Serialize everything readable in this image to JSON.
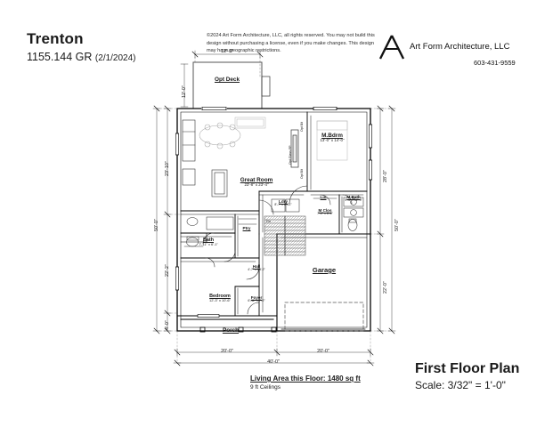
{
  "header": {
    "title": "Trenton",
    "plan_number": "1155.144 GR",
    "date": "(2/1/2024)",
    "copyright": "©2024 Art Form Architecture, LLC, all rights reserved. You may not build this design without purchasing a license, even if you make changes. This design may have geographic restrictions.",
    "firm_name": "Art Form Architecture, LLC",
    "firm_phone": "603-431-9559",
    "logo_icon": "letter-a-logo-icon"
  },
  "footer": {
    "plan_title": "First Floor Plan",
    "scale": "Scale: 3/32\" = 1'-0\"",
    "living_area": "Living Area this Floor: 1480 sq ft",
    "ceilings": "9 ft Ceilings"
  },
  "rooms": [
    {
      "name": "Opt Deck",
      "dim": ""
    },
    {
      "name": "Great Room",
      "dim": "23'-8\" x 23'-4\""
    },
    {
      "name": "M.Bdrm",
      "dim": "13'-0\" x 14'-0\""
    },
    {
      "name": "M Bath",
      "dim": "9'-3\" x 12'-9\""
    },
    {
      "name": "M Clos",
      "dim": "7'-0\" x 8'-6\""
    },
    {
      "name": "Ldry",
      "dim": "8'-7\" x 6'-11\""
    },
    {
      "name": "Bath",
      "dim": "7'-11\" x 6'-1\""
    },
    {
      "name": "Bedroom",
      "dim": "12'-3\" x 10'-6\""
    },
    {
      "name": "Hall",
      "dim": "4'-7\" x 14'-2\""
    },
    {
      "name": "Foyer",
      "dim": "6'-11\" x 7'-2\""
    },
    {
      "name": "Garage",
      "dim": ""
    },
    {
      "name": "Porch",
      "dim": ""
    },
    {
      "name": "Ptry",
      "dim": ""
    },
    {
      "name": "Lin",
      "dim": ""
    }
  ],
  "notes": {
    "stairs_down": "Dn",
    "opt_glass_fp": "Opt Glass FP",
    "opt_blt_top": "Opt Blt",
    "opt_blt_bottom": "Opt Blt"
  },
  "dimensions": {
    "top_deck_width": "12'-0\"",
    "left_deck_height": "12'-0\"",
    "left_upper": "23'-10\"",
    "left_lower": "22'-2\"",
    "left_porch": "4'-0\"",
    "left_overall": "50'-0\"",
    "right_upper": "28'-0\"",
    "right_lower": "22'-0\"",
    "right_overall": "50'-0\"",
    "bottom_left": "20'-0\"",
    "bottom_right": "20'-0\"",
    "bottom_overall": "40'-0\""
  },
  "colors": {
    "line": "#000000",
    "thin_line": "#555555",
    "hatch": "#888888",
    "paper": "#ffffff"
  }
}
